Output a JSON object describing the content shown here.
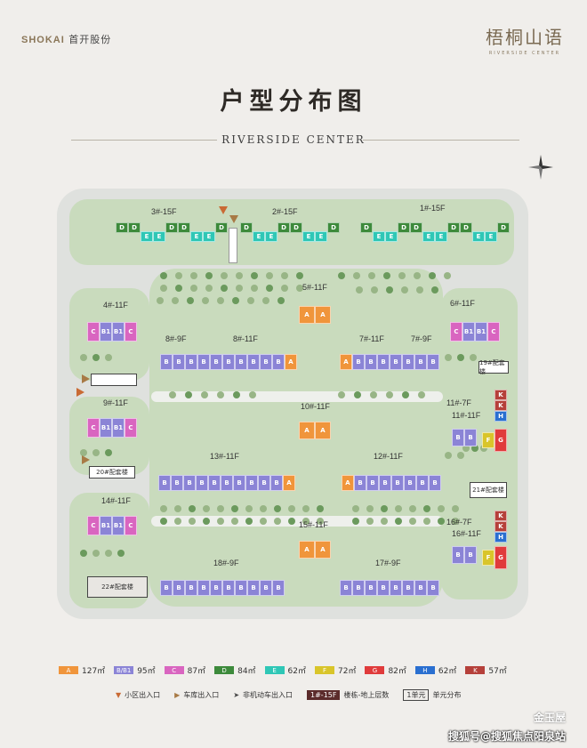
{
  "brand": {
    "developer_logo": "SHOKAI",
    "developer_name": "首开股份",
    "project_name": "梧桐山语",
    "project_sub": "RIVERSIDE CENTER"
  },
  "title": "户型分布图",
  "subtitle": "RIVERSIDE CENTER",
  "colors": {
    "A": "#f0953b",
    "B": "#8b84d6",
    "C": "#d965c0",
    "D": "#3d8a3b",
    "E": "#2fc7b6",
    "F": "#d9c52a",
    "G": "#e03b3b",
    "H": "#2a6fd0",
    "K": "#b5403a"
  },
  "buildings": {
    "b3": "3#-15F",
    "b2": "2#-15F",
    "b1": "1#-15F",
    "b4": "4#-11F",
    "b5": "5#-11F",
    "b6": "6#-11F",
    "b8": "8#-9F",
    "b8b": "8#-11F",
    "b7": "7#-11F",
    "b7b": "7#-9F",
    "b9": "9#-11F",
    "b10": "10#-11F",
    "b11a": "11#-7F",
    "b11b": "11#-11F",
    "b13": "13#-11F",
    "b12": "12#-11F",
    "b14": "14#-11F",
    "b15": "15#-11F",
    "b16a": "16#-7F",
    "b16b": "16#-11F",
    "b18": "18#-9F",
    "b17": "17#-9F"
  },
  "facilities": {
    "f19": "19#配套楼",
    "f20": "20#配套楼",
    "f21": "21#配套楼",
    "f22": "22#配套楼"
  },
  "legend": [
    {
      "code": "A",
      "area": "127㎡"
    },
    {
      "code": "B/B1",
      "area": "95㎡"
    },
    {
      "code": "C",
      "area": "87㎡"
    },
    {
      "code": "D",
      "area": "84㎡"
    },
    {
      "code": "E",
      "area": "62㎡"
    },
    {
      "code": "F",
      "area": "72㎡"
    },
    {
      "code": "G",
      "area": "82㎡"
    },
    {
      "code": "H",
      "area": "62㎡"
    },
    {
      "code": "K",
      "area": "57㎡"
    }
  ],
  "legend2": {
    "entrance": "小区出入口",
    "garage": "车库出入口",
    "nonmotor": "非机动车出入口",
    "floor_sample": "1#-15F",
    "floor_desc": "楼栋-地上层数",
    "unit_sample": "1单元",
    "unit_desc": "单元分布"
  },
  "credit": "搜狐号@搜狐焦点阳泉站",
  "watermark": "金玉屋"
}
